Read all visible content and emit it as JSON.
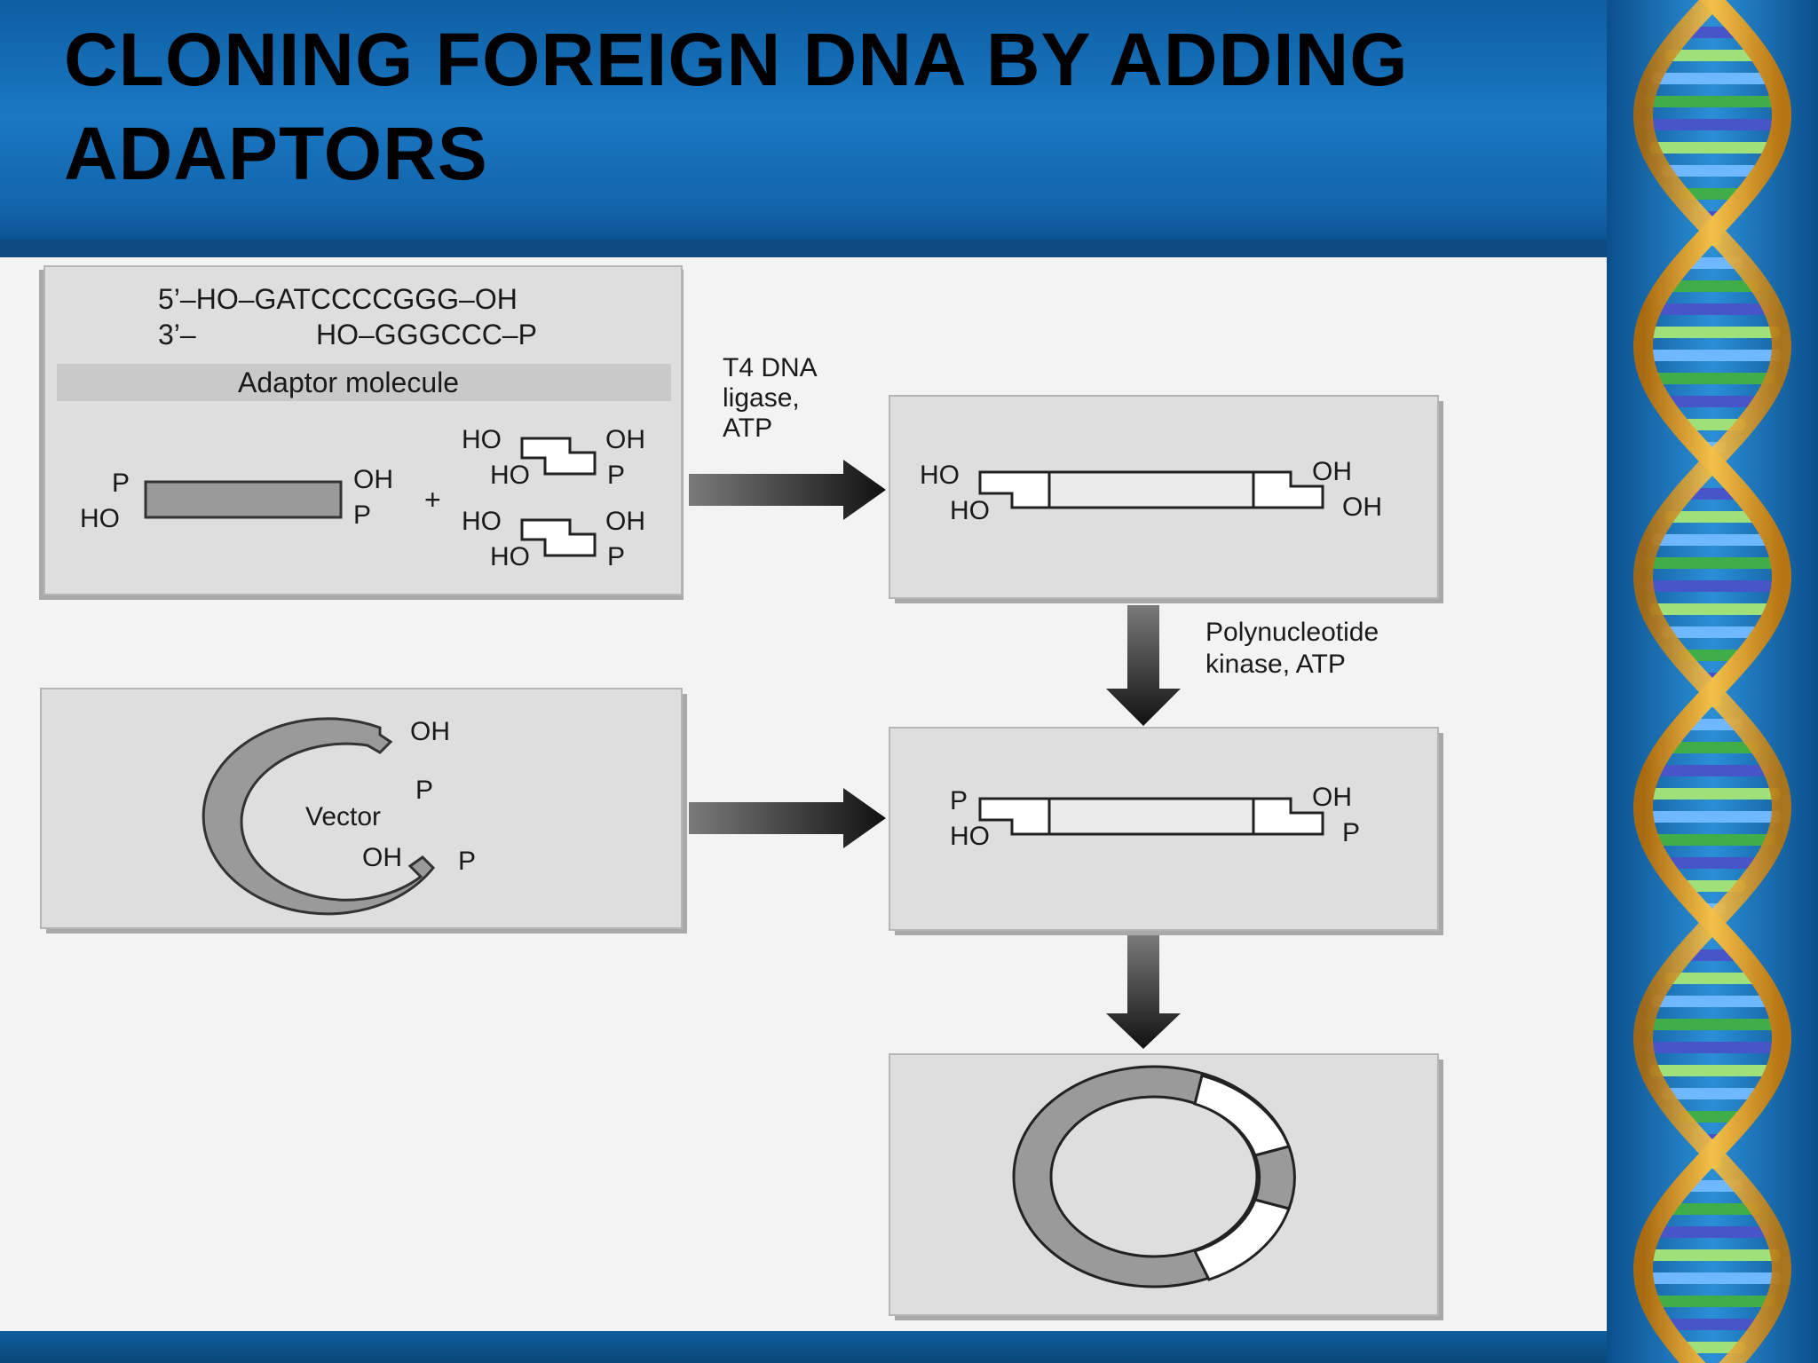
{
  "slide": {
    "title": "CLONING FOREIGN DNA BY ADDING ADAPTORS"
  },
  "diagram": {
    "adaptor_panel": {
      "seq_top": "5’–HO–GATCCCCGGG–OH",
      "seq_bottom_prefix": "3’–",
      "seq_bottom": "HO–GGGCCC–P",
      "caption": "Adaptor molecule",
      "fragment_top_left": "P",
      "fragment_bottom_left": "HO",
      "fragment_top_right": "OH",
      "fragment_bottom_right": "P",
      "plus": "+",
      "adaptor1_tl": "HO",
      "adaptor1_tr": "OH",
      "adaptor1_bl": "HO",
      "adaptor1_br": "P",
      "adaptor2_tl": "HO",
      "adaptor2_tr": "OH",
      "adaptor2_bl": "HO",
      "adaptor2_br": "P"
    },
    "step1_label": [
      "T4 DNA",
      "ligase,",
      "ATP"
    ],
    "ligated_panel": {
      "tl": "HO",
      "bl": "HO",
      "tr": "OH",
      "br": "OH"
    },
    "step2_label": [
      "Polynucleotide",
      "kinase, ATP"
    ],
    "vector_panel": {
      "label": "Vector",
      "end1_top": "OH",
      "end1_bottom": "P",
      "end2_top": "OH",
      "end2_bottom": "P"
    },
    "phosphorylated_panel": {
      "tl": "P",
      "bl": "HO",
      "tr": "OH",
      "br": "P"
    }
  },
  "colors": {
    "header_blue": "#1a78c2",
    "panel_gray": "#dcdcdc",
    "fragment_gray": "#9a9a9a",
    "arrow_dark": "#1a1a1a",
    "helix_gold": "#e0a020",
    "helix_green": "#3fae49",
    "helix_blue": "#4655c8"
  }
}
